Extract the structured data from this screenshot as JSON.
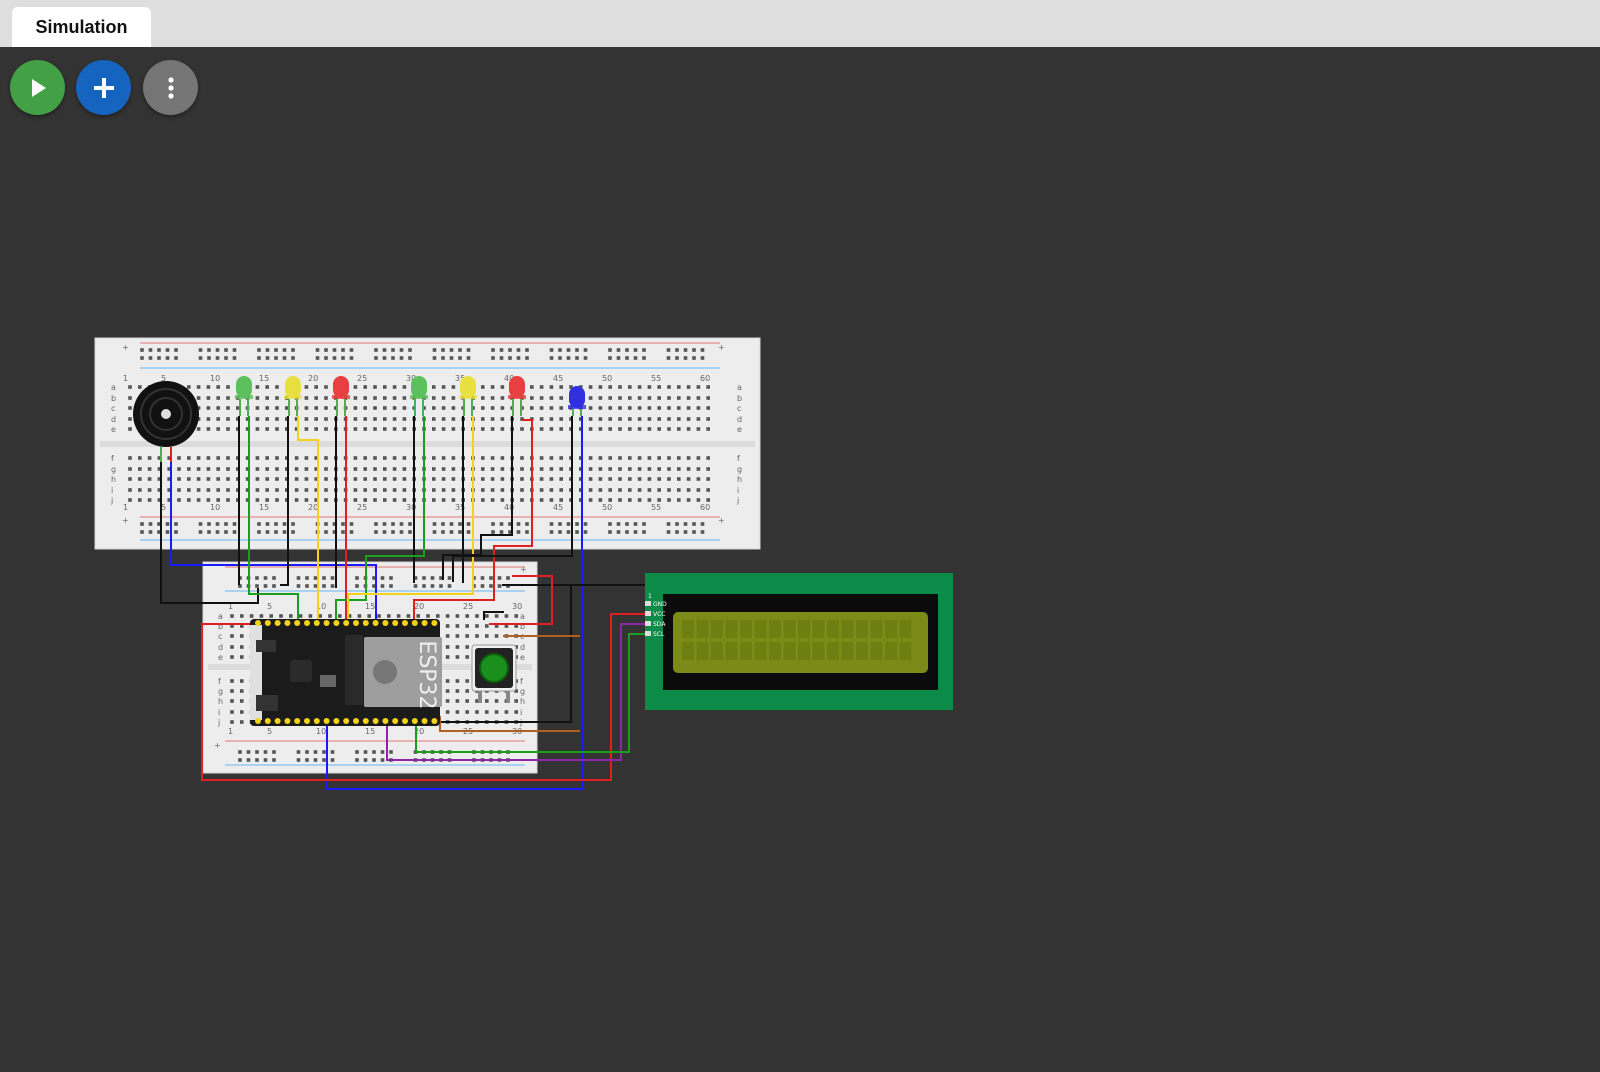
{
  "tabs": [
    {
      "label": "Simulation"
    }
  ],
  "toolbar": {
    "play": {
      "icon": "play-icon",
      "color": "#43a047"
    },
    "add": {
      "icon": "plus-icon",
      "color": "#1565c0"
    },
    "more": {
      "icon": "more-vertical-icon",
      "color": "#757575"
    }
  },
  "breadboard_main": {
    "column_labels": [
      "1",
      "5",
      "10",
      "15",
      "20",
      "25",
      "30",
      "35",
      "40",
      "45",
      "50",
      "55",
      "60"
    ],
    "row_labels_top": [
      "a",
      "b",
      "c",
      "d",
      "e"
    ],
    "row_labels_bottom": [
      "f",
      "g",
      "h",
      "i",
      "j"
    ],
    "rail_plus": "+"
  },
  "breadboard_small": {
    "column_labels": [
      "1",
      "5",
      "10",
      "15",
      "20",
      "25",
      "30"
    ],
    "row_labels_top": [
      "a",
      "b",
      "c",
      "d",
      "e"
    ],
    "row_labels_bottom": [
      "f",
      "g",
      "h",
      "i",
      "j"
    ],
    "rail_plus": "+"
  },
  "components": {
    "leds": [
      "green",
      "yellow",
      "red",
      "green",
      "yellow",
      "red",
      "blue"
    ],
    "mcu_label": "ESP32",
    "lcd": {
      "pins": [
        "GND",
        "VCC",
        "SDA",
        "SCL"
      ],
      "pin_header_number": "1",
      "screen_color": "#7a8c17"
    },
    "pushbutton_color": "#1b8f1b"
  }
}
